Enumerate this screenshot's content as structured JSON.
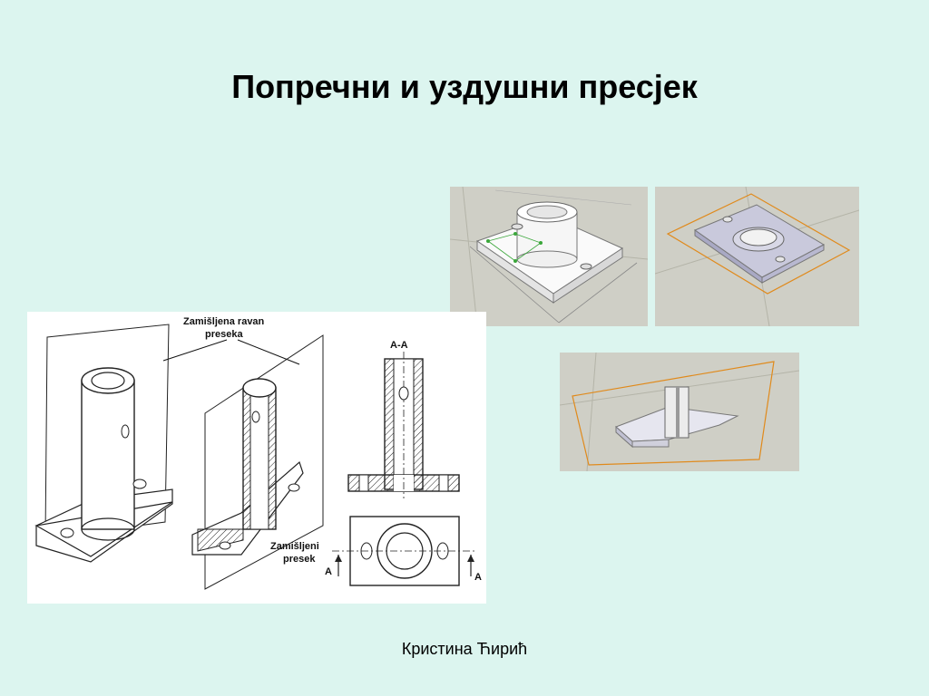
{
  "slide": {
    "title": "Попречни и уздушни пресјек",
    "author": "Кристина Ћирић"
  },
  "drawing": {
    "label_plane": "Zamišljena ravan preseka",
    "label_plane_line1": "Zamišljena ravan",
    "label_plane_line2": "preseka",
    "label_section_line1": "Zamišljeni",
    "label_section_line2": "presek",
    "label_aa": "A-A",
    "label_a": "A"
  },
  "colors": {
    "background": "#dcf5ef",
    "render_bg": "#cfcfc6",
    "section_plane": "#e08a1c"
  }
}
